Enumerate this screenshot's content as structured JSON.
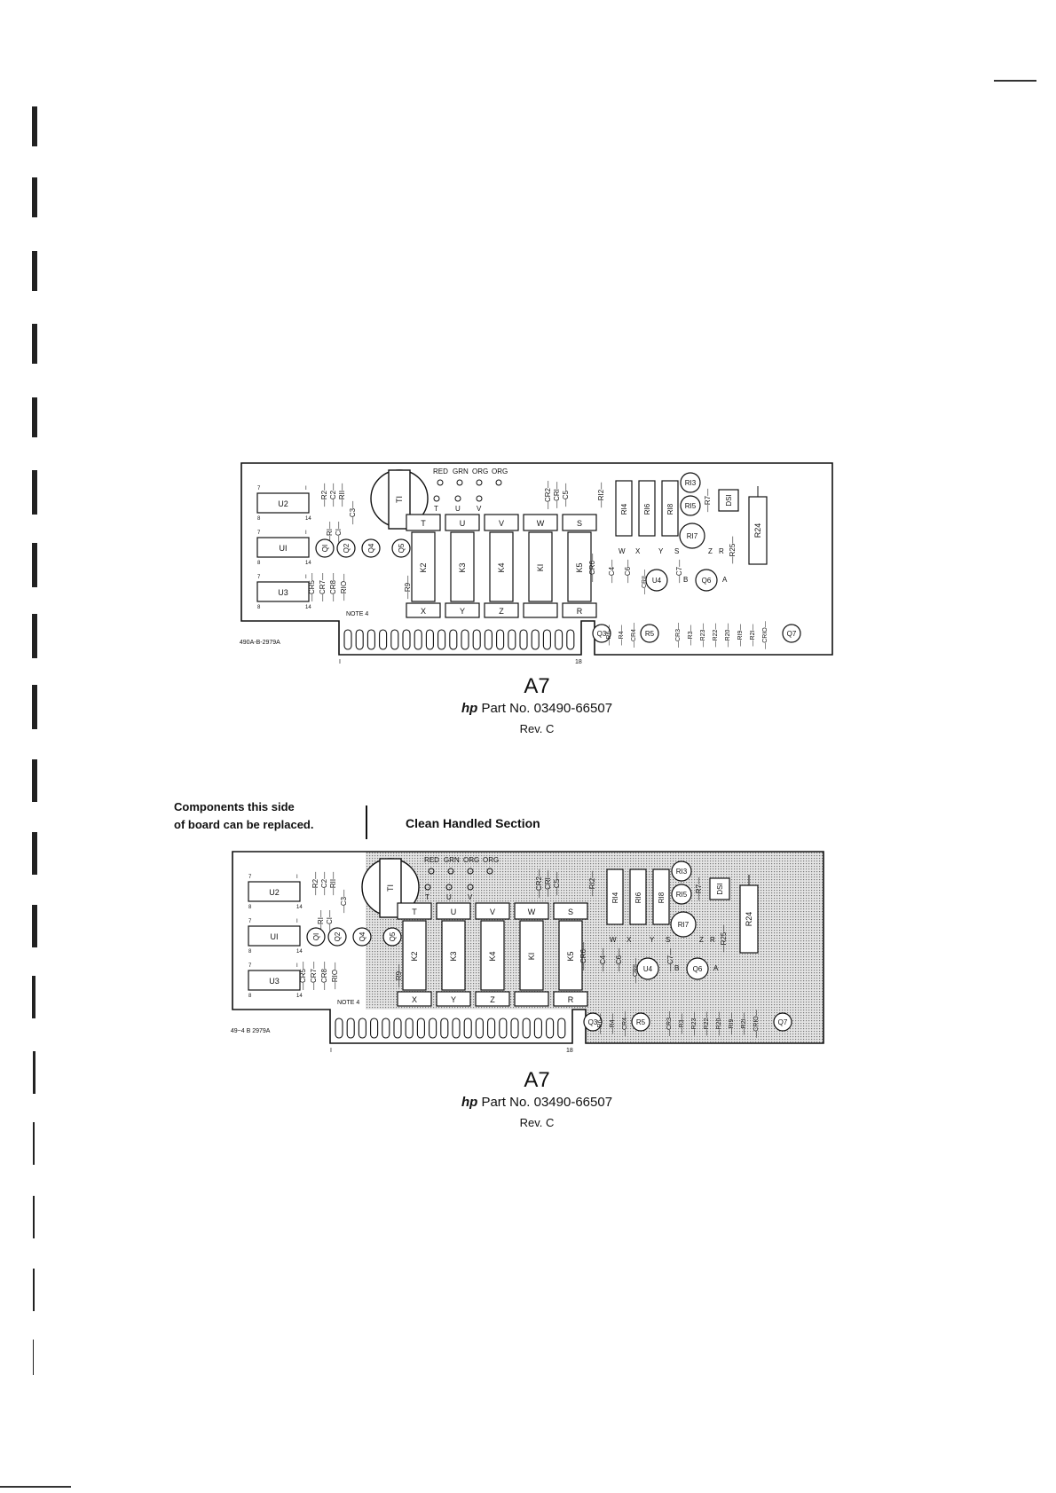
{
  "boards": [
    {
      "id": "top",
      "drawing_no": "3490A-B-2979A",
      "title": "A7",
      "part_prefix": "hp",
      "part_text": "Part No. 03490-66507",
      "rev": "Rev.  C"
    },
    {
      "id": "bottom",
      "drawing_no": "349~4 B 2979A",
      "title": "A7",
      "part_prefix": "hp",
      "part_text": "Part No. 03490-66507",
      "rev": "Rev.  C"
    }
  ],
  "annotations": {
    "replaceable": "Components this side\nof board can be replaced.",
    "clean_section": "Clean Handled Section"
  },
  "board_labels": {
    "ics": [
      "U2",
      "UI",
      "U3"
    ],
    "transformer": "TI",
    "transistors": [
      "QI",
      "Q2",
      "Q4",
      "Q5"
    ],
    "relays": [
      "K2",
      "K3",
      "K4",
      "KI",
      "K5"
    ],
    "relay_top_terminals": [
      "T",
      "U",
      "V",
      "W",
      "S"
    ],
    "relay_bottom_terminals": [
      "X",
      "Y",
      "Z",
      "",
      "R"
    ],
    "led_colors": [
      "RED",
      "GRN",
      "ORG",
      "ORG"
    ],
    "led_letters": [
      "T",
      "U",
      "V"
    ],
    "note": "NOTE  4",
    "vertical_left": [
      "—R2—",
      "—C2—",
      "—RII—",
      "—RI—",
      "—CI—",
      "—C3—"
    ],
    "vertical_cr": [
      "—CR5—",
      "—CR7—",
      "—CR8—",
      "—RIO—"
    ],
    "vertical_r9": [
      "—R9—",
      "—CR9—"
    ],
    "vertical_mid": [
      "—CR2—",
      "—CRI—",
      "—C5—",
      "—RI2—",
      "—CR6—",
      "—C4—",
      "—C6—",
      "—C7—"
    ],
    "resistors_right": [
      "RI4",
      "RI6",
      "RI8",
      "R24"
    ],
    "round_right": [
      "RI3",
      "RI5",
      "RI7",
      "U4",
      "Q6",
      "Q3",
      "R5",
      "Q7"
    ],
    "ds": "DSI",
    "r7": "—R7—",
    "r25": "—R25—",
    "bottom_row": [
      "—R6—",
      "—R4—",
      "—CR4—",
      "—CR3—",
      "—R3—",
      "—R23—",
      "—R22—",
      "—R20—",
      "—RI9—",
      "—R2I—",
      "—CRIO—",
      "—CRII—"
    ],
    "pin_labels": [
      "7",
      "I",
      "8",
      "14"
    ],
    "edge_pins": [
      "I",
      "18"
    ],
    "misc_letters": [
      "W",
      "X",
      "Y",
      "S",
      "Z",
      "R",
      "B",
      "A"
    ]
  }
}
